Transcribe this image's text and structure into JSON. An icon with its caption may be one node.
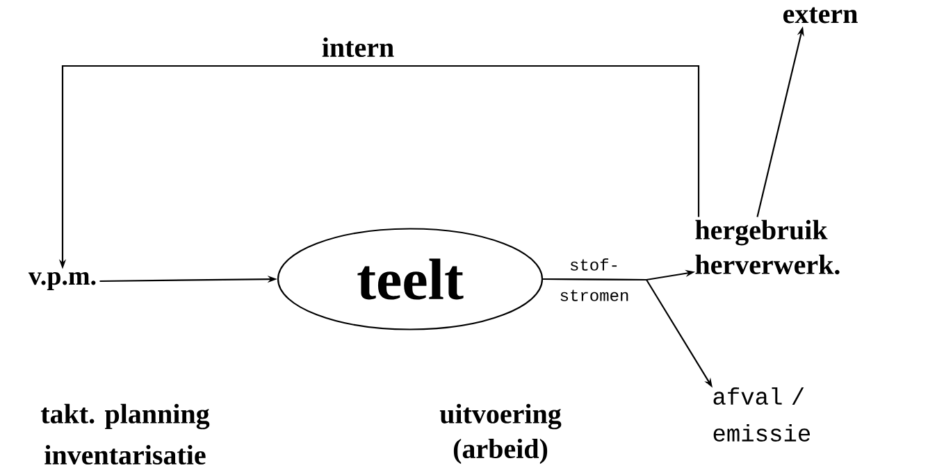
{
  "diagram": {
    "nodes": [
      {
        "text": [
          "v.p.m."
        ]
      },
      {
        "text": [
          "teelt"
        ]
      },
      {
        "text": [
          "hergebruik herverwerk."
        ]
      },
      {
        "text": [
          "afval / emissie"
        ]
      },
      {
        "text": [
          "extern"
        ]
      }
    ],
    "edges": [
      {
        "from": 0,
        "to": 1,
        "arrow": "to"
      },
      {
        "from": 1,
        "to": 2,
        "arrow": "to",
        "label": "stof- stromen"
      },
      {
        "from": 1,
        "to": 3,
        "arrow": "to"
      },
      {
        "from": 2,
        "to": 0,
        "arrow": "to",
        "label": "intern"
      },
      {
        "from": 2,
        "to": 4,
        "arrow": "to"
      }
    ],
    "labels": [
      "takt. planning",
      "inventarisatie",
      "uitvoering",
      "(arbeid)"
    ]
  }
}
